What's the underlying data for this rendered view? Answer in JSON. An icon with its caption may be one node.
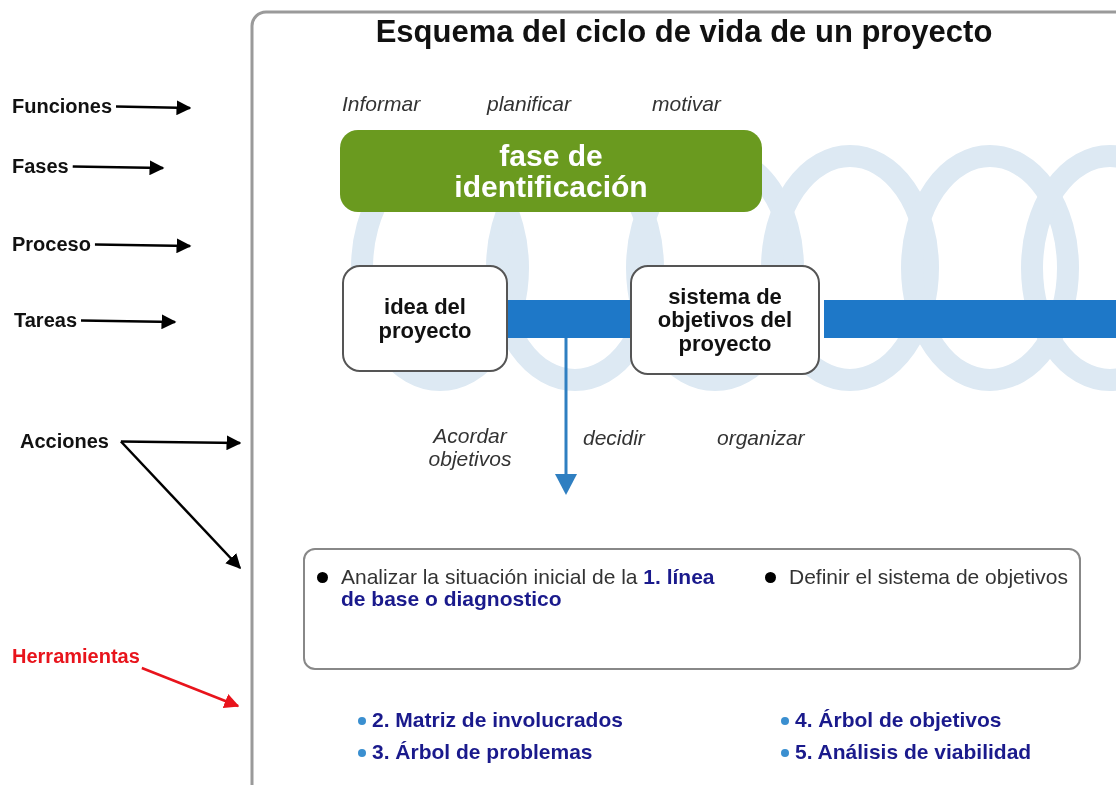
{
  "diagram": {
    "title": "Esquema del ciclo de vida de un proyecto",
    "nodes": [
      {
        "text": [
          "Funciones"
        ]
      },
      {
        "text": [
          "Fases"
        ]
      },
      {
        "text": [
          "Proceso"
        ]
      },
      {
        "text": [
          "Tareas"
        ]
      },
      {
        "text": [
          "Acciones"
        ]
      },
      {
        "text": [
          "Herramientas"
        ]
      },
      {
        "text": [
          "fase de identificación"
        ]
      },
      {
        "text": [
          "idea del proyecto"
        ]
      },
      {
        "text": [
          "sistema de objetivos del proyecto"
        ]
      },
      {
        "text": [
          "Analizar la situación inicial de la **1. línea de base o diagnostico**",
          "Definir el sistema de objetivos"
        ]
      }
    ],
    "edges": [
      {
        "from": 0,
        "to": null,
        "arrow": "to"
      },
      {
        "from": 1,
        "to": null,
        "arrow": "to"
      },
      {
        "from": 2,
        "to": null,
        "arrow": "to"
      },
      {
        "from": 3,
        "to": null,
        "arrow": "to"
      },
      {
        "from": 4,
        "to": null,
        "arrow": "to"
      },
      {
        "from": 4,
        "to": null,
        "arrow": "to"
      },
      {
        "from": 5,
        "to": null,
        "arrow": "to",
        "color": "#e8141c"
      },
      {
        "from": 7,
        "to": 8,
        "arrow": "none",
        "style": "thick",
        "color": "#1e78c8"
      },
      {
        "from": 8,
        "to": null,
        "arrow": "none",
        "style": "thick",
        "color": "#1e78c8"
      }
    ],
    "labels": [
      "Informar",
      "planificar",
      "motivar",
      "Acordar objetivos",
      "decidir",
      "organizar",
      "2. Matriz de involucrados",
      "4. Árbol de objetivos",
      "3. Árbol de problemas",
      "5. Análisis de viabilidad"
    ]
  }
}
